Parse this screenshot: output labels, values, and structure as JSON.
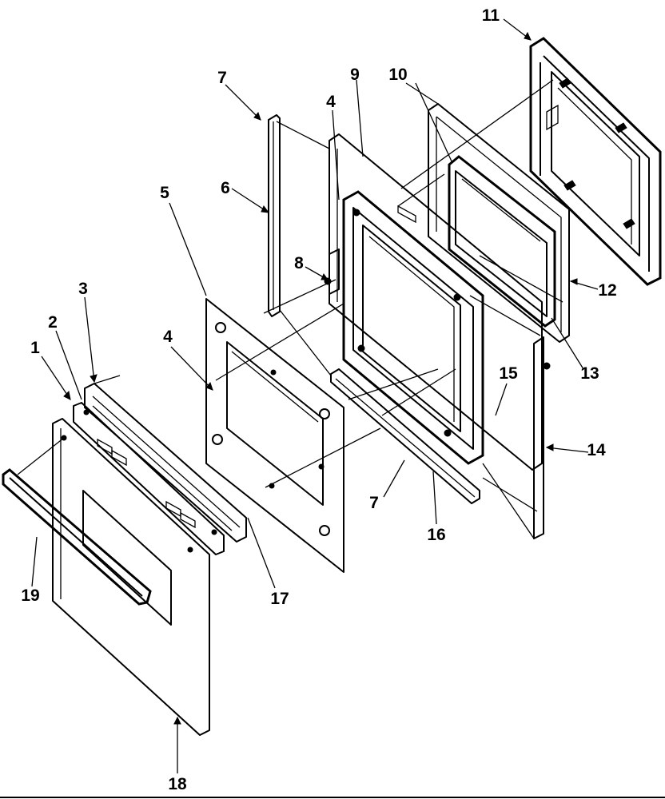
{
  "diagram": {
    "type": "exploded-parts-view",
    "callouts": [
      {
        "id": "c1",
        "label": "1"
      },
      {
        "id": "c2",
        "label": "2"
      },
      {
        "id": "c3",
        "label": "3"
      },
      {
        "id": "c4a",
        "label": "4"
      },
      {
        "id": "c4b",
        "label": "4"
      },
      {
        "id": "c5",
        "label": "5"
      },
      {
        "id": "c6",
        "label": "6"
      },
      {
        "id": "c7a",
        "label": "7"
      },
      {
        "id": "c7b",
        "label": "7"
      },
      {
        "id": "c8",
        "label": "8"
      },
      {
        "id": "c9",
        "label": "9"
      },
      {
        "id": "c10",
        "label": "10"
      },
      {
        "id": "c11",
        "label": "11"
      },
      {
        "id": "c12",
        "label": "12"
      },
      {
        "id": "c13",
        "label": "13"
      },
      {
        "id": "c14",
        "label": "14"
      },
      {
        "id": "c15",
        "label": "15"
      },
      {
        "id": "c16",
        "label": "16"
      },
      {
        "id": "c17",
        "label": "17"
      },
      {
        "id": "c18",
        "label": "18"
      },
      {
        "id": "c19",
        "label": "19"
      }
    ]
  }
}
